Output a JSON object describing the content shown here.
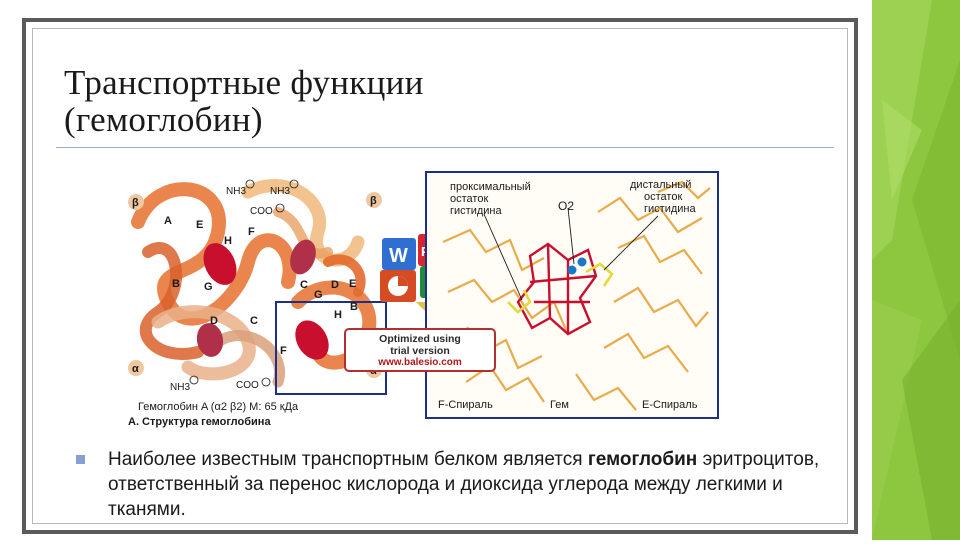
{
  "slide": {
    "title_line1": "Транспортные функции",
    "title_line2": "(гемоглобин)"
  },
  "figure": {
    "left_panel": {
      "subunit_labels": [
        "β",
        "β",
        "α",
        "α"
      ],
      "helix_labels": [
        "A",
        "E",
        "F",
        "H",
        "B",
        "G",
        "D",
        "C",
        "C",
        "G",
        "D",
        "E",
        "H",
        "B",
        "F"
      ],
      "group_labels": [
        "NH3",
        "NH3",
        "COO",
        "NH3",
        "COO"
      ],
      "caption_line1": "Гемоглобин A    (α2 β2) M: 65 кДа",
      "caption_line2": "A. Структура гемоглобина"
    },
    "right_panel": {
      "label_proximal": [
        "проксимальный",
        "остаток",
        "гистидина"
      ],
      "label_o2": "O2",
      "label_distal": [
        "дистальный",
        "остаток",
        "гистидина"
      ],
      "label_f_helix": "F-Спираль",
      "label_heme": "Гем",
      "label_e_helix": "E-Спираль"
    },
    "watermark": {
      "line1": "Optimized using",
      "line2": "trial version",
      "line3": "www.balesio.com"
    },
    "app_icons": [
      "word-icon",
      "pdf-icon",
      "powerpoint-icon",
      "excel-icon"
    ]
  },
  "body": {
    "part1": "Наиболее известным транспортным белком является",
    "bold": "гемоглобин",
    "part2": "эритроцитов, ответственный за перенос кислорода и диоксида углерода между легкими и тканями."
  },
  "colors": {
    "accent_green": "#8dc63f",
    "frame": "#5b5b5b",
    "bullet": "#8a9fd4",
    "beta_chain": "#e8793a",
    "alpha_chain": "#eab08a",
    "heme": "#c8102e"
  }
}
